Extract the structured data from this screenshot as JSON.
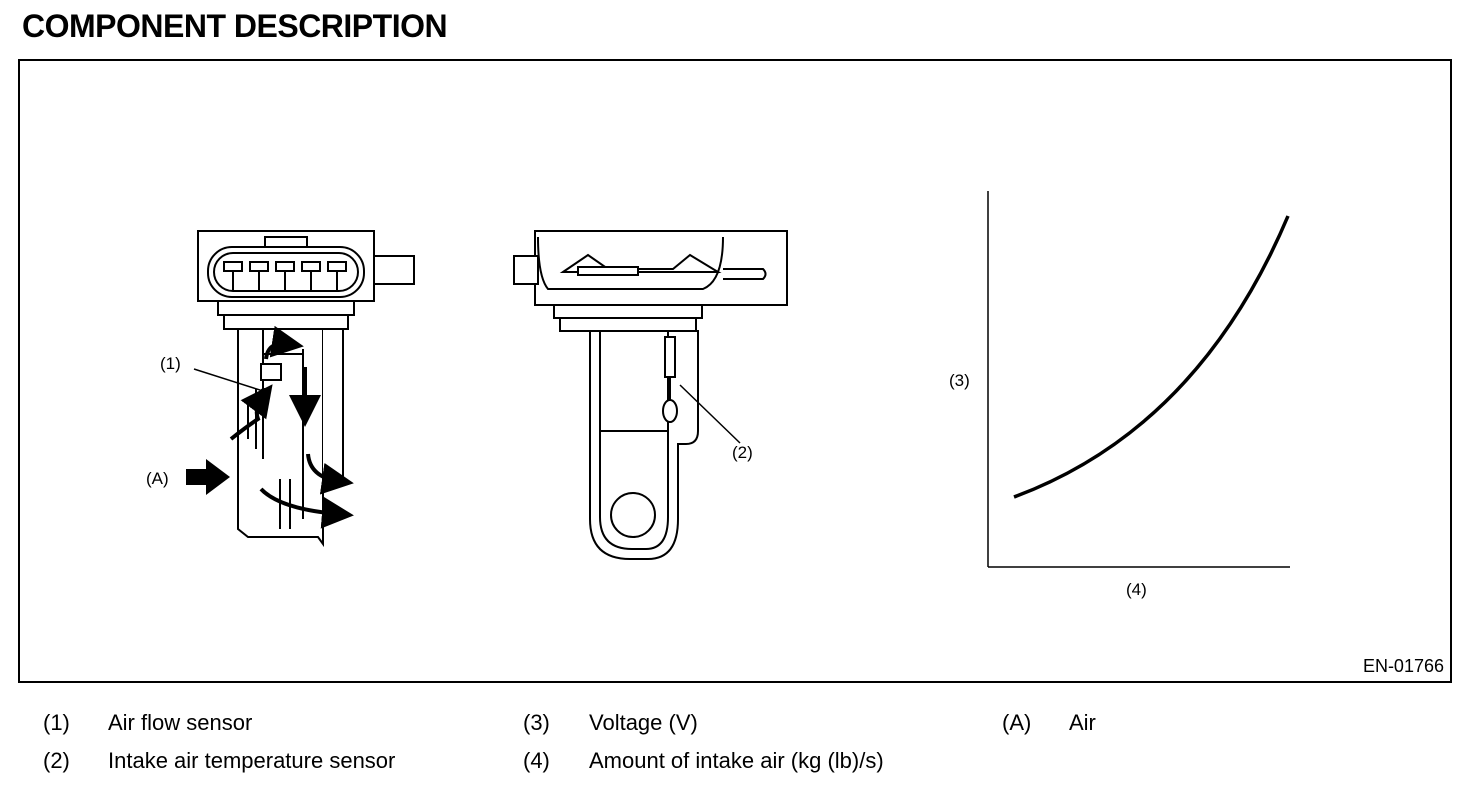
{
  "title": "COMPONENT DESCRIPTION",
  "figure": {
    "code": "EN-01766",
    "callouts": {
      "c1": "(1)",
      "c2": "(2)",
      "c3": "(3)",
      "c4": "(4)",
      "cA": "(A)"
    }
  },
  "legend": [
    {
      "num": "(1)",
      "text": "Air flow sensor"
    },
    {
      "num": "(2)",
      "text": "Intake air temperature sensor"
    },
    {
      "num": "(3)",
      "text": "Voltage (V)"
    },
    {
      "num": "(4)",
      "text": "Amount of intake air (kg (lb)/s)"
    },
    {
      "num": "(A)",
      "text": "Air"
    }
  ]
}
